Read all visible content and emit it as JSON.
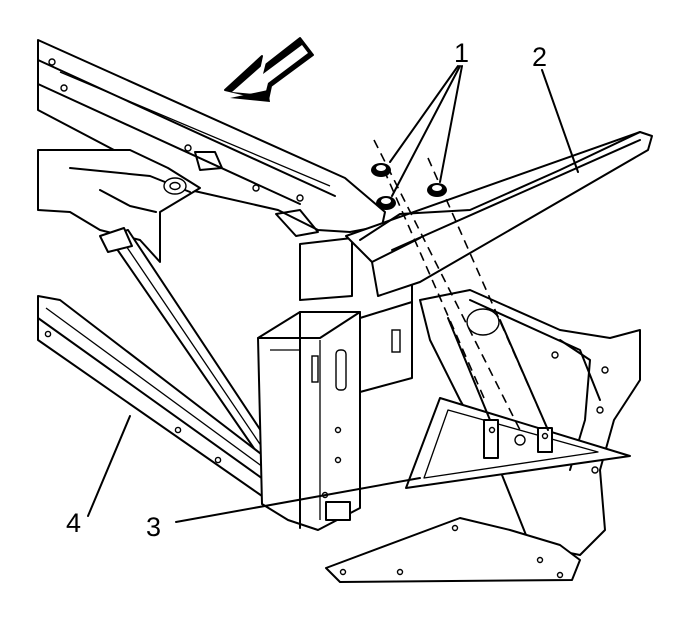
{
  "callouts": {
    "c1": "1",
    "c2": "2",
    "c3": "3",
    "c4": "4"
  },
  "icons": {
    "direction": "front-direction-arrow-icon",
    "fastener": "nut-icon"
  },
  "colors": {
    "line": "#000000",
    "background": "#ffffff"
  }
}
